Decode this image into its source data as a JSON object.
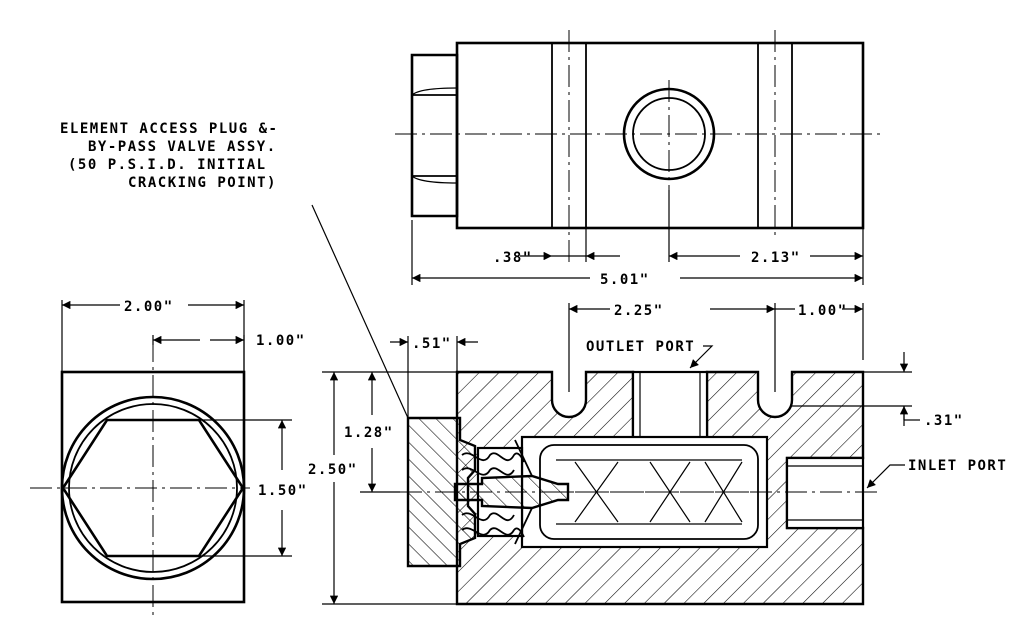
{
  "callout": {
    "line1": "ELEMENT ACCESS PLUG &-",
    "line2": "BY-PASS VALVE ASSY.",
    "line3": "(50 P.S.I.D. INITIAL",
    "line4": "CRACKING POINT)"
  },
  "dimensions": {
    "d038": ".38\"",
    "d213": "2.13\"",
    "d501": "5.01\"",
    "d225": "2.25\"",
    "d100_top": "1.00\"",
    "d200": "2.00\"",
    "d100_left": "1.00\"",
    "d051": ".51\"",
    "d128": "1.28\"",
    "d250": "2.50\"",
    "d150": "1.50\"",
    "d031": ".31\""
  },
  "ports": {
    "outlet": "OUTLET PORT",
    "inlet": "INLET PORT"
  }
}
